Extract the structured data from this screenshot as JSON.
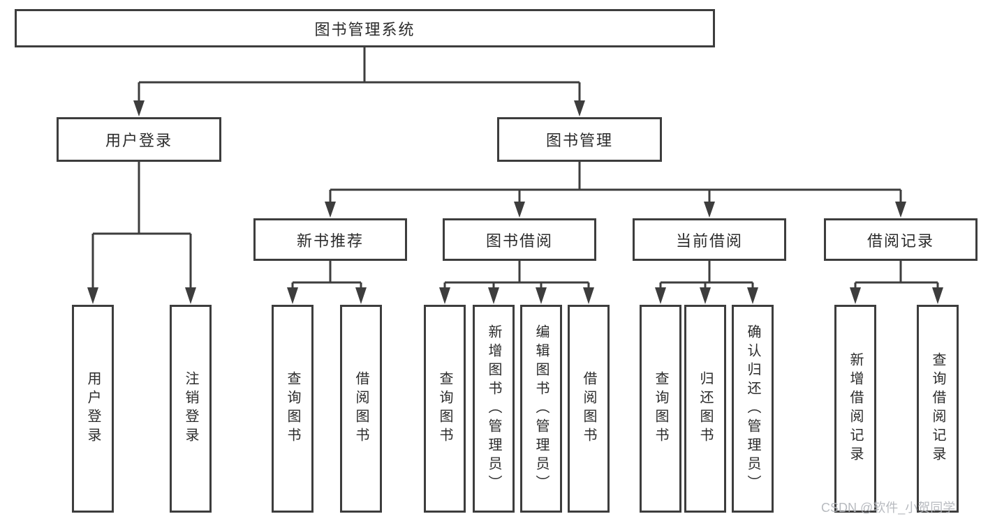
{
  "colors": {
    "line": "#3d3d3d",
    "box_border": "#3d3d3d",
    "text": "#2b2b2b",
    "background": "#ffffff",
    "watermark": "#b4b7bc"
  },
  "diagram": {
    "type": "hierarchy-tree",
    "root": "图书管理系统",
    "level2": [
      "用户登录",
      "图书管理"
    ],
    "level3": [
      "新书推荐",
      "图书借阅",
      "当前借阅",
      "借阅记录"
    ],
    "leaves": {
      "login": [
        "用户登录",
        "注销登录"
      ],
      "recommend": [
        "查询图书",
        "借阅图书"
      ],
      "borrowing": [
        "查询图书",
        "新增图书（管理员）",
        "编辑图书（管理员）",
        "借阅图书"
      ],
      "current": [
        "查询图书",
        "归还图书",
        "确认归还（管理员）"
      ],
      "records": [
        "新增借阅记录",
        "查询借阅记录"
      ]
    }
  },
  "watermark": "CSDN @软件_小贺同学"
}
